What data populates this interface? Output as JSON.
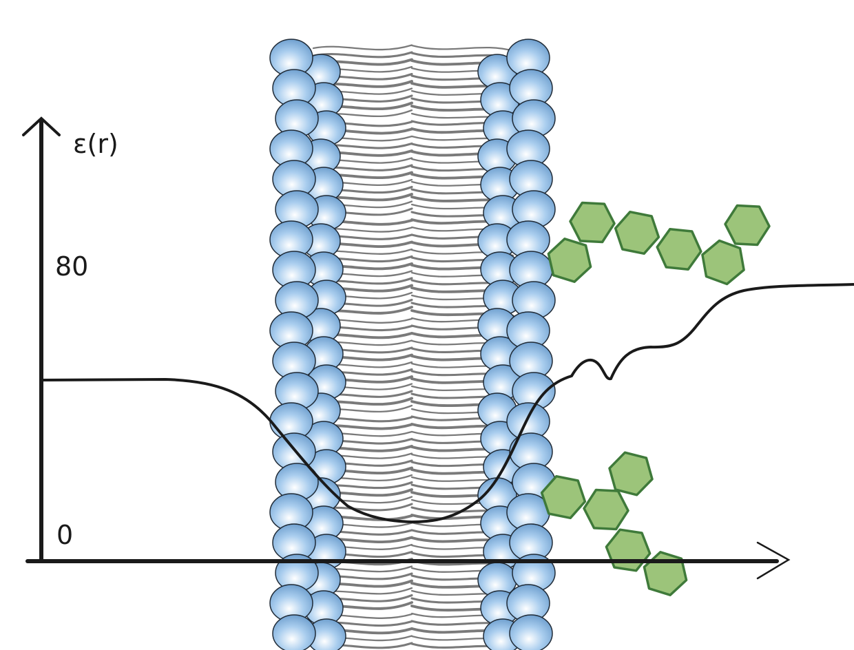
{
  "figure": {
    "y_axis_label": "ε(r)",
    "ticks": {
      "high": "80",
      "low": "0"
    }
  },
  "colors": {
    "lipid_head": "#8fbbe2",
    "lipid_head_edge": "#1f2a36",
    "lipid_tail": "#7a7a7a",
    "sugar_fill": "#9cc47a",
    "sugar_edge": "#3f7a3a",
    "axis": "#1a1a1a",
    "curve": "#1a1a1a"
  },
  "icons": {
    "membrane": "lipid-bilayer-icon",
    "sugar": "hexagon-sugar-icon"
  }
}
